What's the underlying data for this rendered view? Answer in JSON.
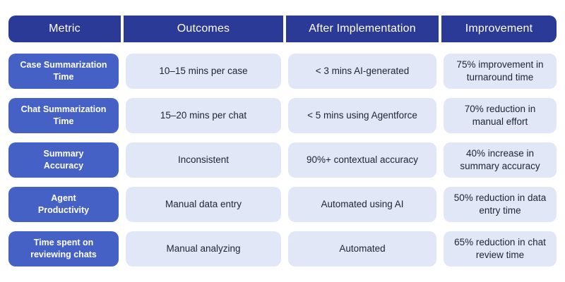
{
  "colors": {
    "header_bg": "#2B3A97",
    "metric_bg": "#4661C5",
    "cell_bg": "#E2E7F8",
    "header_text": "#FFFFFF",
    "body_text": "#1F2333",
    "page_bg": "#FFFFFF"
  },
  "chart_data": {
    "type": "table",
    "columns": [
      "Metric",
      "Outcomes",
      "After Implementation",
      "Improvement"
    ],
    "rows": [
      [
        "Case Summarization\nTime",
        "10–15 mins per case",
        "< 3 mins AI-generated",
        "75% improvement in\nturnaround time"
      ],
      [
        "Chat Summarization\nTime",
        "15–20 mins per chat",
        "< 5 mins using Agentforce",
        "70% reduction in\nmanual effort"
      ],
      [
        "Summary\nAccuracy",
        "Inconsistent",
        "90%+ contextual accuracy",
        "40% increase in\nsummary accuracy"
      ],
      [
        "Agent\nProductivity",
        "Manual data entry",
        "Automated using AI",
        "50% reduction in data\nentry time"
      ],
      [
        "Time spent on\nreviewing chats",
        "Manual analyzing",
        "Automated",
        "65% reduction in chat\nreview time"
      ]
    ]
  }
}
